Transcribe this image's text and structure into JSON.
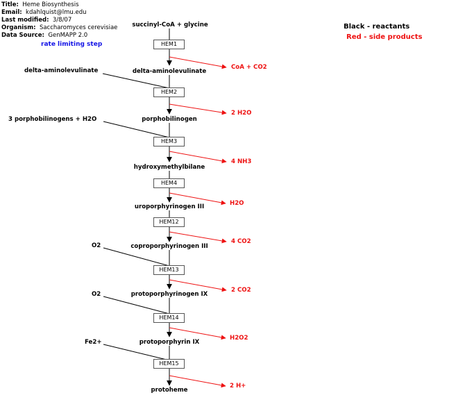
{
  "header": {
    "title_key": "Title:",
    "title": "Heme Biosynthesis",
    "email_key": "Email:",
    "email": "kdahlquist@lmu.edu",
    "modified_key": "Last modified:",
    "modified": "3/8/07",
    "organism_key": "Organism:",
    "organism": "Saccharomyces cerevisiae",
    "source_key": "Data Source:",
    "source": "GenMAPP 2.0"
  },
  "rate_limiting": "rate limiting step",
  "legend": {
    "black": "Black - reactants",
    "red": "Red - side products"
  },
  "metabolites": {
    "succinyl": "succinyl-CoA + glycine",
    "ala": "delta-aminolevulinate",
    "pbg": "porphobilinogen",
    "hmb": "hydroxymethylbilane",
    "urogen": "uroporphyrinogen III",
    "coprogen": "coproporphyrinogen III",
    "protogen": "protoporphyrinogen IX",
    "protoix": "protoporphyrin IX",
    "heme": "protoheme"
  },
  "cosubstrates": {
    "ala_in": "delta-aminolevulinate",
    "pbg_in": "3 porphobilinogens + H2O",
    "o2_a": "O2",
    "o2_b": "O2",
    "fe": "Fe2+"
  },
  "enzymes": {
    "hem1": "HEM1",
    "hem2": "HEM2",
    "hem3": "HEM3",
    "hem4": "HEM4",
    "hem12": "HEM12",
    "hem13": "HEM13",
    "hem14": "HEM14",
    "hem15": "HEM15"
  },
  "side_products": {
    "s1": "CoA + CO2",
    "s2": "2 H2O",
    "s3": "4 NH3",
    "s4": "H2O",
    "s5": "4 CO2",
    "s6": "2 CO2",
    "s7": "H2O2",
    "s8": "2 H+"
  },
  "colors": {
    "reactant": "#000000",
    "side_product": "#ee1111",
    "rate_limiting": "#1414e6"
  }
}
